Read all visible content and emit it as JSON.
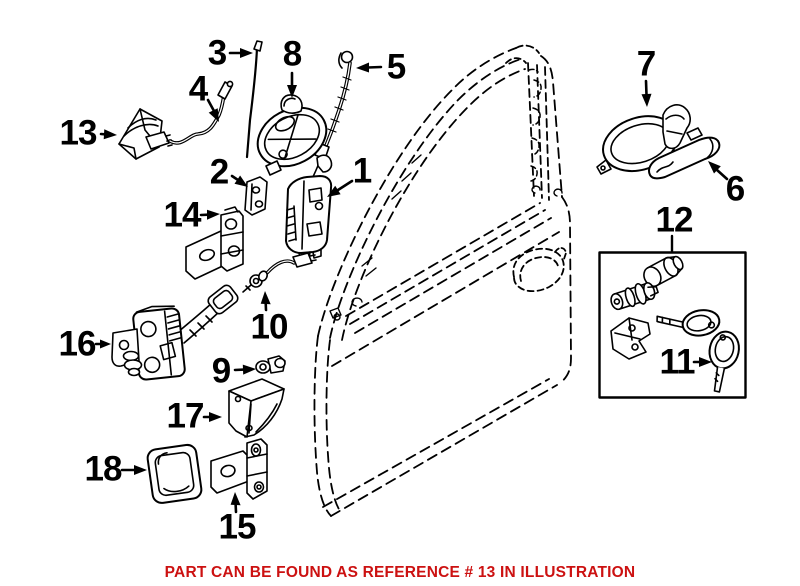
{
  "theme": {
    "background": "#ffffff",
    "line_color": "#000000",
    "caption_color": "#cc1111"
  },
  "caption": {
    "text": "PART CAN BE FOUND AS REFERENCE # 13 IN ILLUSTRATION"
  },
  "highlighted_reference": "13",
  "parts": [
    {
      "ref": "1"
    },
    {
      "ref": "2"
    },
    {
      "ref": "3"
    },
    {
      "ref": "4"
    },
    {
      "ref": "5"
    },
    {
      "ref": "6"
    },
    {
      "ref": "7"
    },
    {
      "ref": "8"
    },
    {
      "ref": "9"
    },
    {
      "ref": "10"
    },
    {
      "ref": "11"
    },
    {
      "ref": "12"
    },
    {
      "ref": "13"
    },
    {
      "ref": "14"
    },
    {
      "ref": "15"
    },
    {
      "ref": "16"
    },
    {
      "ref": "17"
    },
    {
      "ref": "18"
    }
  ]
}
